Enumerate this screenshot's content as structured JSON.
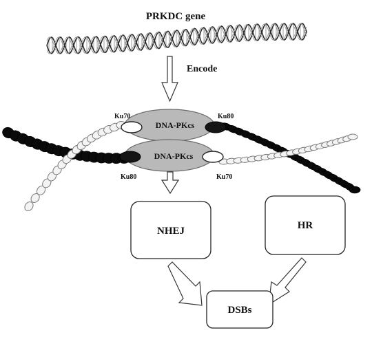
{
  "labels": {
    "gene": "PRKDC gene",
    "encode": "Encode",
    "ku70_top": "Ku70",
    "ku80_top": "Ku80",
    "dnapkcs_top": "DNA-PKcs",
    "dnapkcs_bottom": "DNA-PKcs",
    "ku80_bottom": "Ku80",
    "ku70_bottom": "Ku70",
    "nhej": "NHEJ",
    "hr": "HR",
    "dsbs": "DSBs"
  },
  "colors": {
    "ink": "#111111",
    "black_strand": "#0a0a0a",
    "white_strand_fill": "#f4f4f4",
    "white_strand_stroke": "#7a7a7a",
    "dnapkcs_fill": "#b9b9b9",
    "box_stroke": "#222222"
  },
  "icons": {
    "dna_helix": "double-helix",
    "arrows": "hollow-arrow"
  }
}
